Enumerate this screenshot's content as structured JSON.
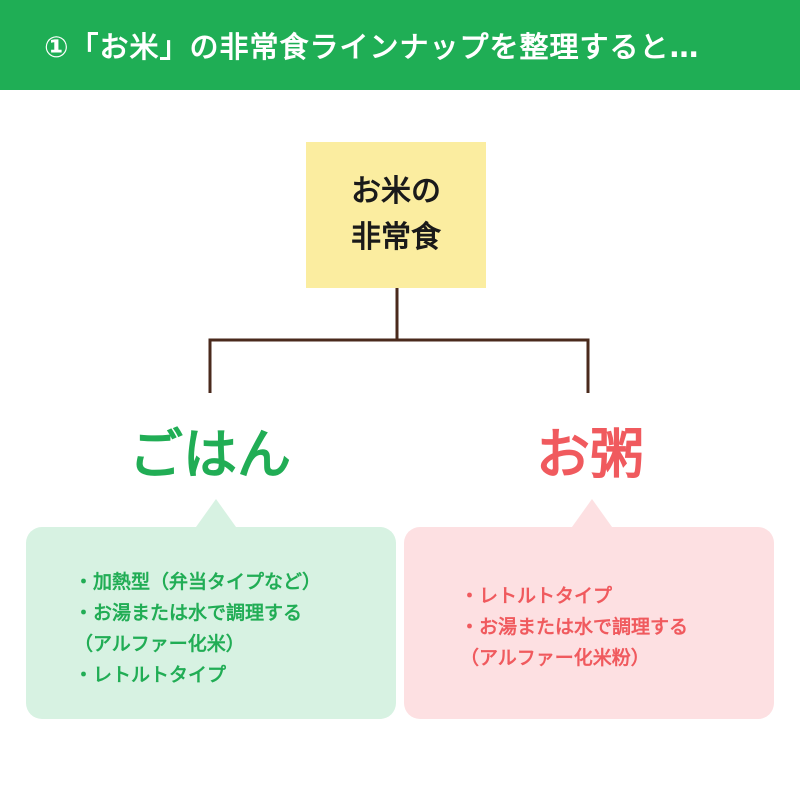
{
  "header": {
    "title": "①「お米」の非常食ラインナップを整理すると…"
  },
  "root": {
    "line1": "お米の",
    "line2": "非常食"
  },
  "branches": [
    {
      "label": "ごはん",
      "items": [
        "・加熱型（弁当タイプなど）",
        "・お湯または水で調理する",
        "（アルファー化米）",
        "・レトルトタイプ"
      ]
    },
    {
      "label": "お粥",
      "items": [
        "・レトルトタイプ",
        "・お湯または水で調理する",
        "（アルファー化米粉）"
      ]
    }
  ],
  "colors": {
    "header_bg": "#1fae55",
    "root_bg": "#fbeda0",
    "rice": "#21ad55",
    "kayu": "#f05a5e",
    "rice_bubble": "#d7f2e2",
    "kayu_bubble": "#fde0e2",
    "connector": "#4a2a1c"
  }
}
